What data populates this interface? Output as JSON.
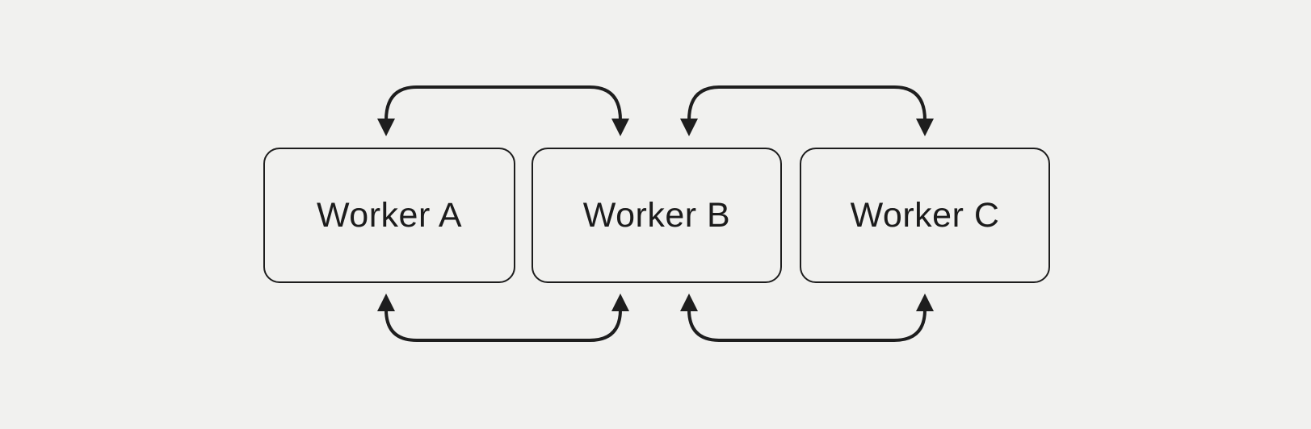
{
  "diagram": {
    "colors": {
      "background": "#F1F1EF",
      "node_fill": "#F1F1EF",
      "node_border": "#1D1D1D",
      "arrow": "#1E1E1E",
      "text": "#1C1C1C"
    },
    "nodes": [
      {
        "id": "worker-a",
        "label": "Worker A"
      },
      {
        "id": "worker-b",
        "label": "Worker B"
      },
      {
        "id": "worker-c",
        "label": "Worker C"
      }
    ],
    "edges": [
      {
        "from": "Worker A",
        "to": "Worker B",
        "side": "top",
        "direction": "bidirectional"
      },
      {
        "from": "Worker B",
        "to": "Worker C",
        "side": "top",
        "direction": "bidirectional"
      },
      {
        "from": "Worker A",
        "to": "Worker B",
        "side": "bottom",
        "direction": "bidirectional"
      },
      {
        "from": "Worker B",
        "to": "Worker C",
        "side": "bottom",
        "direction": "bidirectional"
      }
    ]
  }
}
